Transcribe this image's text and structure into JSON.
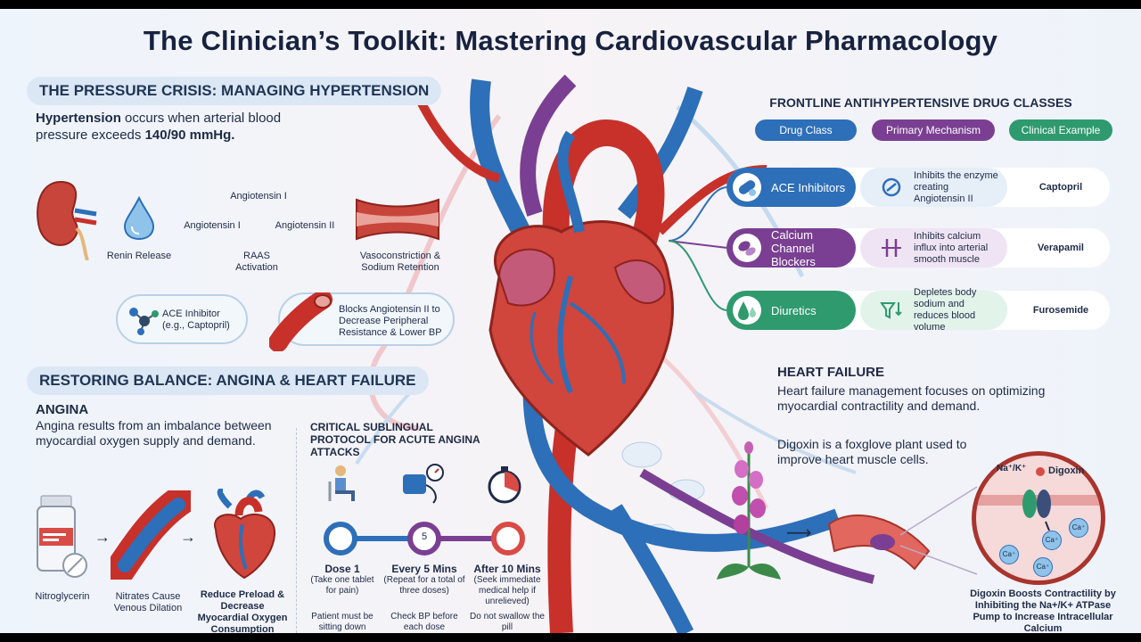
{
  "title": "The Clinician’s Toolkit: Mastering Cardiovascular Pharmacology",
  "colors": {
    "blue": "#2d6fb8",
    "purple": "#7a3f92",
    "green": "#2e9a6e",
    "red": "#c8302a",
    "navy": "#17223f"
  },
  "hypertension": {
    "heading": "THE PRESSURE CRISIS: MANAGING HYPERTENSION",
    "intro_bold": "Hypertension",
    "intro_rest": " occurs when arterial blood pressure exceeds ",
    "intro_value": "140/90 mmHg.",
    "raas": {
      "kidney_label": "",
      "renin_label": "Renin Release",
      "angio_top": "Angiotensin I",
      "angio_left": "Angiotensin I",
      "angio_right": "Angiotensin II",
      "raas_label": "RAAS Activation",
      "vaso_label": "Vasoconstriction & Sodium Retention"
    },
    "ace_box": "ACE Inhibitor (e.g., Captopril)",
    "blocks_box": "Blocks Angiotensin II to Decrease Peripheral Resistance & Lower BP"
  },
  "drug_table": {
    "heading": "FRONTLINE ANTIHYPERTENSIVE DRUG CLASSES",
    "headers": [
      "Drug Class",
      "Primary Mechanism",
      "Clinical Example"
    ],
    "rows": [
      {
        "icon": "capsule-pill-icon",
        "drug_class": "ACE Inhibitors",
        "mechanism": "Inhibits the enzyme creating Angiotensin II",
        "example": "Captopril"
      },
      {
        "icon": "tablets-icon",
        "drug_class": "Calcium Channel Blockers",
        "mechanism": "Inhibits calcium influx into arterial smooth muscle",
        "example": "Verapamil"
      },
      {
        "icon": "water-drops-icon",
        "drug_class": "Diuretics",
        "mechanism": "Depletes body sodium and reduces blood volume",
        "example": "Furosemide"
      }
    ]
  },
  "balance": {
    "heading": "RESTORING BALANCE: ANGINA & HEART FAILURE",
    "angina_title": "ANGINA",
    "angina_text": "Angina results from an imbalance between myocardial oxygen supply and demand.",
    "flow": [
      {
        "label": "Nitroglycerin"
      },
      {
        "label": "Nitrates Cause Venous Dilation"
      },
      {
        "label": "Reduce Preload & Decrease Myocardial Oxygen Consumption"
      }
    ]
  },
  "protocol": {
    "heading": "CRITICAL SUBLINGUAL PROTOCOL FOR ACUTE ANGINA ATTACKS",
    "counter": "5",
    "steps": [
      {
        "title": "Dose 1",
        "detail": "(Take one tablet for pain)",
        "note": "Patient must be sitting down"
      },
      {
        "title": "Every 5 Mins",
        "detail": "(Repeat for a total of three doses)",
        "note": "Check BP before each dose"
      },
      {
        "title": "After 10 Mins",
        "detail": "(Seek immediate medical help if unrelieved)",
        "note": "Do not swallow the pill"
      }
    ]
  },
  "heart_failure": {
    "heading": "HEART FAILURE",
    "text": "Heart failure management focuses on optimizing myocardial contractility and demand.",
    "digoxin_text": "Digoxin is a foxglove plant used to improve heart muscle cells.",
    "pump_label": "Na⁺/K⁺",
    "digoxin_label": "Digoxin",
    "ion": "Ca⁺",
    "caption": "Digoxin Boosts Contractility by Inhibiting the Na+/K+ ATPase Pump to Increase Intracellular Calcium"
  }
}
